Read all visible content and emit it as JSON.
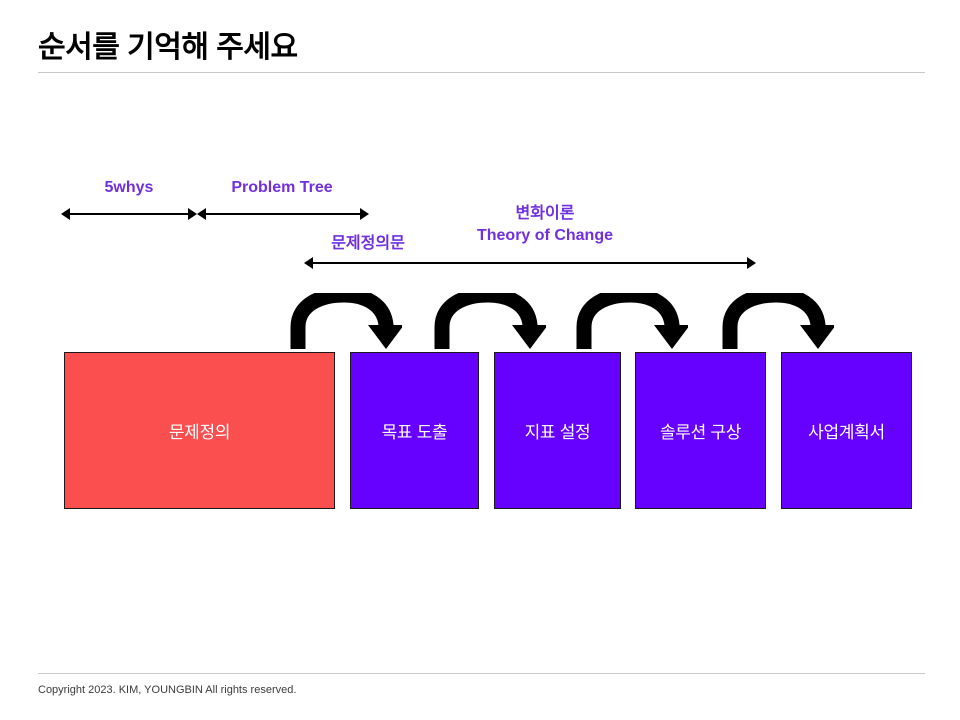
{
  "slide": {
    "title": "순서를 기억해 주세요",
    "colors": {
      "accent_purple_text": "#7030E0",
      "box_purple": "#6600FF",
      "box_red": "#FB4F4F",
      "rule": "#c9c9c9",
      "arrow": "#000000"
    }
  },
  "span_labels": [
    {
      "id": "5whys",
      "text": "5whys"
    },
    {
      "id": "problem-tree",
      "text": "Problem Tree"
    },
    {
      "id": "statement",
      "text": "문제정의문"
    },
    {
      "id": "theory-of-change",
      "line1": "변화이론",
      "line2": "Theory of Change"
    }
  ],
  "process_steps": [
    {
      "label": "문제정의",
      "color": "red"
    },
    {
      "label": "목표 도출",
      "color": "purple"
    },
    {
      "label": "지표 설정",
      "color": "purple"
    },
    {
      "label": "솔루션 구상",
      "color": "purple"
    },
    {
      "label": "사업계획서",
      "color": "purple"
    }
  ],
  "footer": {
    "copyright": "Copyright 2023.  KIM, YOUNGBIN All rights reserved."
  }
}
